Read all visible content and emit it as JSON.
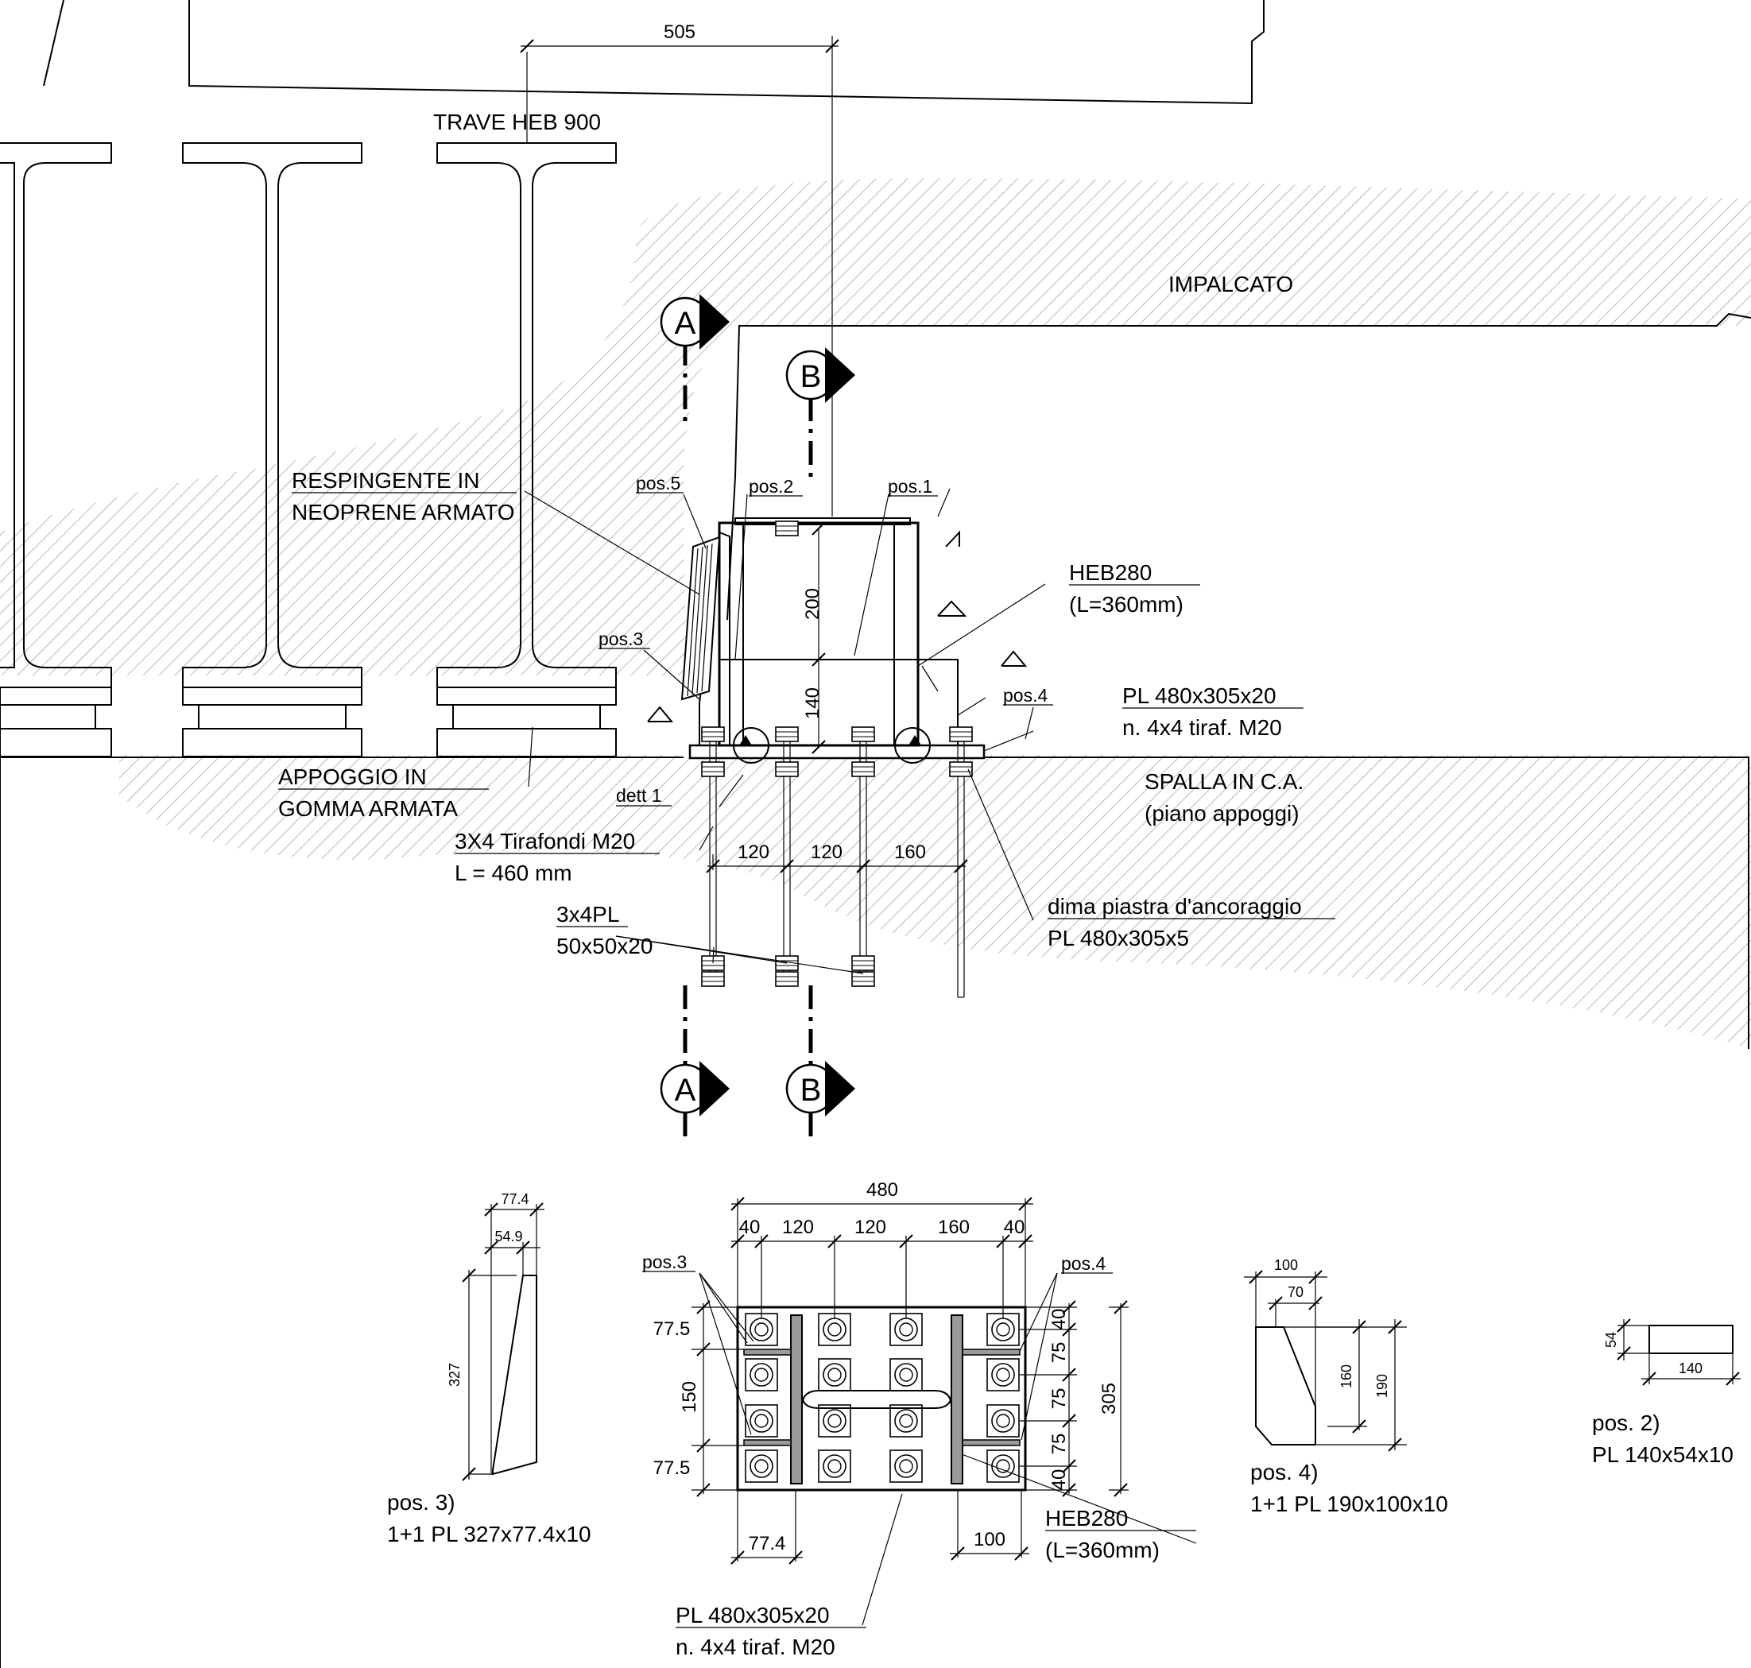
{
  "labels": {
    "trave": "TRAVE  HEB 900",
    "impalcato": "IMPALCATO",
    "respingente_1": "RESPINGENTE IN",
    "respingente_2": "NEOPRENE ARMATO",
    "appoggio_1": "APPOGGIO IN",
    "appoggio_2": "GOMMA ARMATA",
    "spalla_1": "SPALLA IN C.A.",
    "spalla_2": "(piano appoggi)",
    "heb_1": "HEB280",
    "heb_2": "(L=360mm)",
    "pl_main_1": "PL 480x305x20",
    "pl_main_2": "n. 4x4 tiraf. M20",
    "tirafondi_1": "3X4 Tirafondi M20",
    "tirafondi_2": "L = 460 mm",
    "pl_small_1": "3x4PL",
    "pl_small_2": "50x50x20",
    "dima_1": "dima piastra d'ancoraggio",
    "dima_2": "PL 480x305x5",
    "dett": "dett 1",
    "pos1": "pos.1",
    "pos2": "pos.2",
    "pos3": "pos.3",
    "pos4": "pos.4",
    "pos5": "pos.5",
    "plan_pos3": "pos.3",
    "plan_pos4": "pos.4",
    "plan_heb_1": "HEB280",
    "plan_heb_2": "(L=360mm)",
    "plan_pl_1": "PL 480x305x20",
    "plan_pl_2": "n. 4x4 tiraf. M20",
    "detail_pos3_1": "pos. 3)",
    "detail_pos3_2": "1+1 PL 327x77.4x10",
    "detail_pos4_1": "pos. 4)",
    "detail_pos4_2": "1+1 PL 190x100x10",
    "detail_pos2_1": "pos. 2)",
    "detail_pos2_2": "PL 140x54x10"
  },
  "sections": {
    "a": "A",
    "b": "B"
  },
  "dims": {
    "d505": "505",
    "d200": "200",
    "d140": "140",
    "d120a": "120",
    "d120b": "120",
    "d160": "160",
    "p480": "480",
    "p40a": "40",
    "p120a": "120",
    "p120b": "120",
    "p160": "160",
    "p40b": "40",
    "p775a": "77.5",
    "p150": "150",
    "p775b": "77.5",
    "r40a": "40",
    "r75a": "75",
    "r75b": "75",
    "r75c": "75",
    "r40b": "40",
    "r305": "305",
    "p774": "77.4",
    "p100": "100",
    "s774": "77.4",
    "s549": "54.9",
    "s327": "327",
    "q100": "100",
    "q70": "70",
    "q160": "160",
    "q190": "190",
    "t54": "54",
    "t140": "140"
  }
}
